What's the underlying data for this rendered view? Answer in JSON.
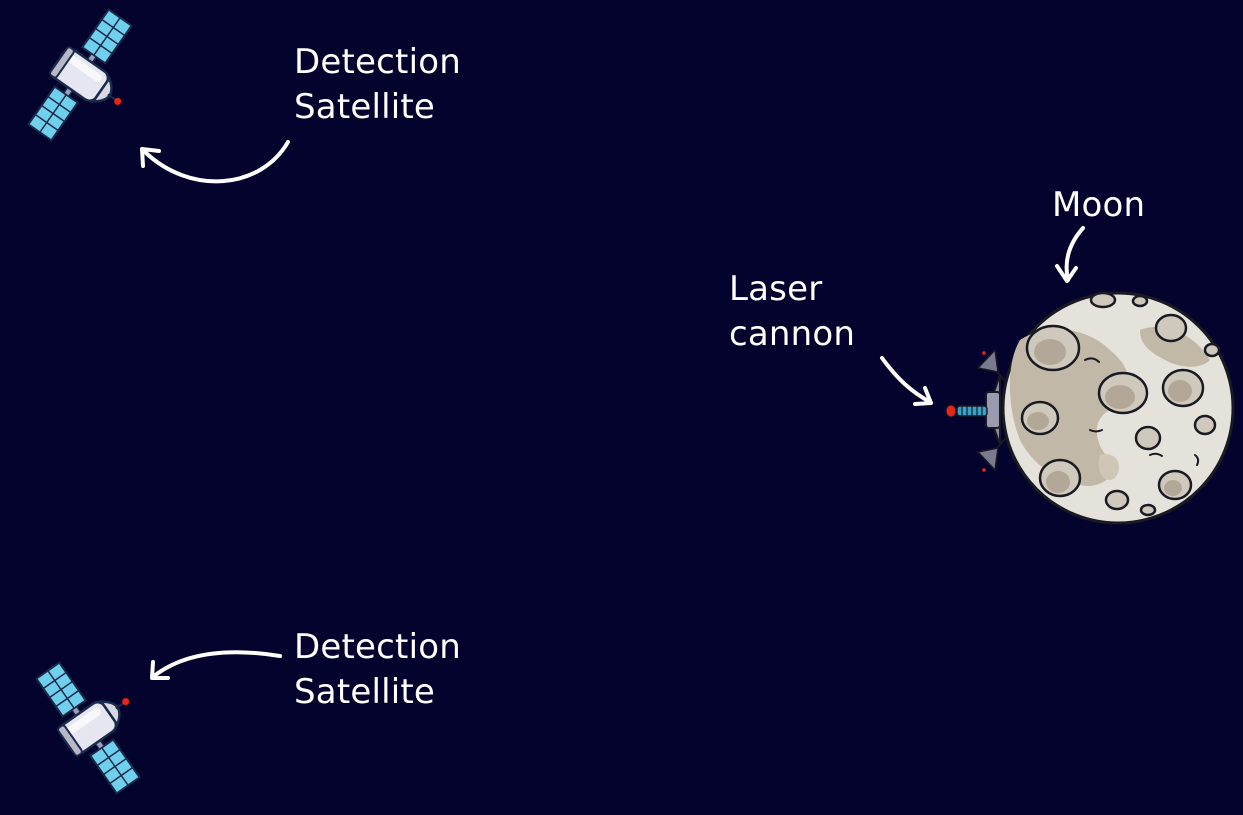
{
  "labels": {
    "satellite_top": [
      "Detection",
      "Satellite"
    ],
    "satellite_bottom": [
      "Detection",
      "Satellite"
    ],
    "laser_cannon": [
      "Laser",
      "cannon"
    ],
    "moon": "Moon"
  },
  "colors": {
    "background": "#03032e",
    "text": "#ffffff",
    "panel": "#6fd0ee",
    "satellite_body": "#e6e6f0",
    "moon_light": "#e4e2da",
    "moon_dark": "#c2b8a8",
    "laser_tip": "#e8251c",
    "laser_coil": "#3aa0c8"
  },
  "icons": {
    "satellite": "satellite-icon",
    "moon": "moon-icon",
    "laser": "laser-cannon-icon",
    "arrow": "curved-arrow-icon"
  }
}
